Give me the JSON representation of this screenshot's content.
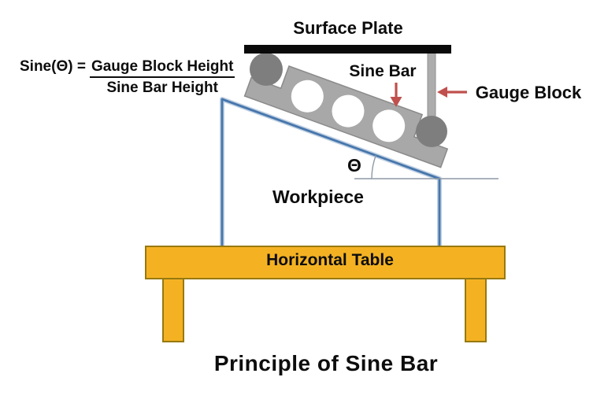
{
  "diagram": {
    "title": "Principle of Sine Bar",
    "formula": {
      "lhs": "Sine(Θ) =",
      "numerator": "Gauge Block Height",
      "denominator": "Sine Bar Height"
    },
    "labels": {
      "surface_plate": "Surface Plate",
      "sine_bar": "Sine Bar",
      "gauge_block": "Gauge Block",
      "workpiece": "Workpiece",
      "horizontal_table": "Horizontal Table",
      "angle_symbol": "Θ"
    },
    "colors": {
      "surface_plate": "#0a0a0a",
      "sine_bar_fill": "#a8a8a8",
      "roller_fill": "#7e7e7e",
      "gauge_block_fill": "#acacac",
      "workpiece_stroke": "#4676ac",
      "arrow": "#c0504d",
      "table_fill": "#f4b223",
      "text": "#0d0d0d"
    }
  }
}
